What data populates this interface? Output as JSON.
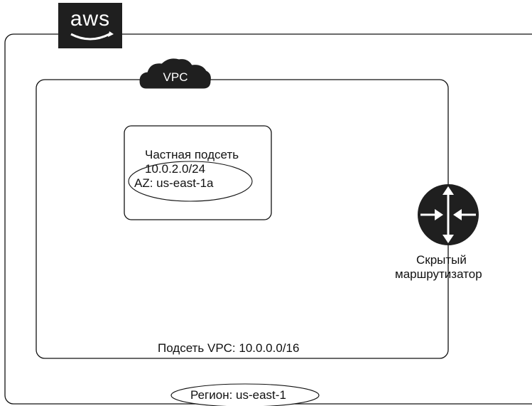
{
  "logo": {
    "text": "aws"
  },
  "vpc": {
    "badge": "VPC",
    "cidr_label": "Подсеть VPC: 10.0.0.0/16"
  },
  "subnet": {
    "title": "Частная подсеть",
    "cidr": "10.0.2.0/24",
    "az": "AZ: us-east-1a"
  },
  "router": {
    "label_line1": "Скрытый",
    "label_line2": "маршрутизатор",
    "icon": "router-icon"
  },
  "region": {
    "label": "Регион: us-east-1"
  },
  "colors": {
    "dark": "#1f1f1f",
    "line": "#111111",
    "background": "#ffffff"
  }
}
